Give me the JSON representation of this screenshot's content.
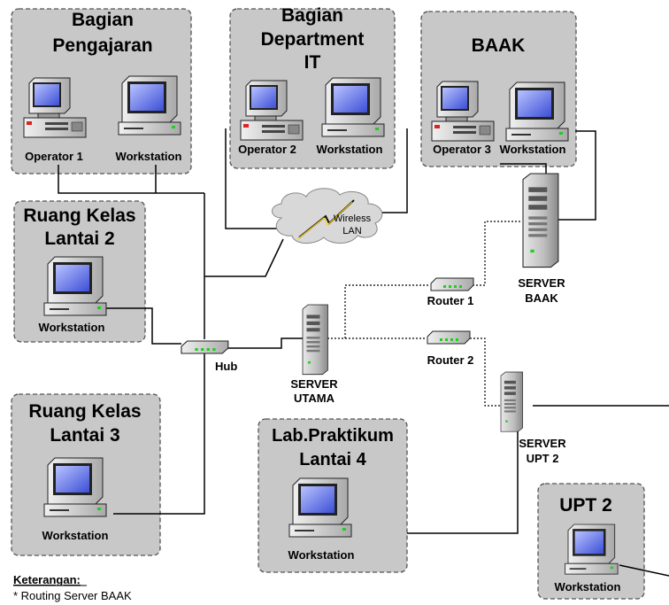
{
  "zones": {
    "pengajaran": {
      "title_1": "Bagian",
      "title_2": "Pengajaran"
    },
    "it": {
      "title_1": "Bagian",
      "title_2": "Department",
      "title_3": "IT"
    },
    "baak": {
      "title_1": "BAAK"
    },
    "kelas2": {
      "title_1": "Ruang Kelas",
      "title_2": "Lantai 2"
    },
    "kelas3": {
      "title_1": "Ruang Kelas",
      "title_2": "Lantai 3"
    },
    "lab": {
      "title_1": "Lab.Praktikum",
      "title_2": "Lantai 4"
    },
    "upt2": {
      "title_1": "UPT 2"
    }
  },
  "devices": {
    "operator1": "Operator 1",
    "operator2": "Operator 2",
    "operator3": "Operator 3",
    "workstation": "Workstation",
    "wireless_1": "Wireless",
    "wireless_2": "LAN",
    "hub": "Hub",
    "router1": "Router 1",
    "router2": "Router 2",
    "server_utama_1": "SERVER",
    "server_utama_2": "UTAMA",
    "server_baak_1": "SERVER",
    "server_baak_2": "BAAK",
    "server_upt2_1": "SERVER",
    "server_upt2_2": "UPT 2"
  },
  "legend": {
    "title": "Keterangan:",
    "item": "* Routing Server BAAK"
  },
  "colors": {
    "zone_fill": "#c8c8c8",
    "screen": "#5b6fe0",
    "body": "#d6d6d6"
  }
}
